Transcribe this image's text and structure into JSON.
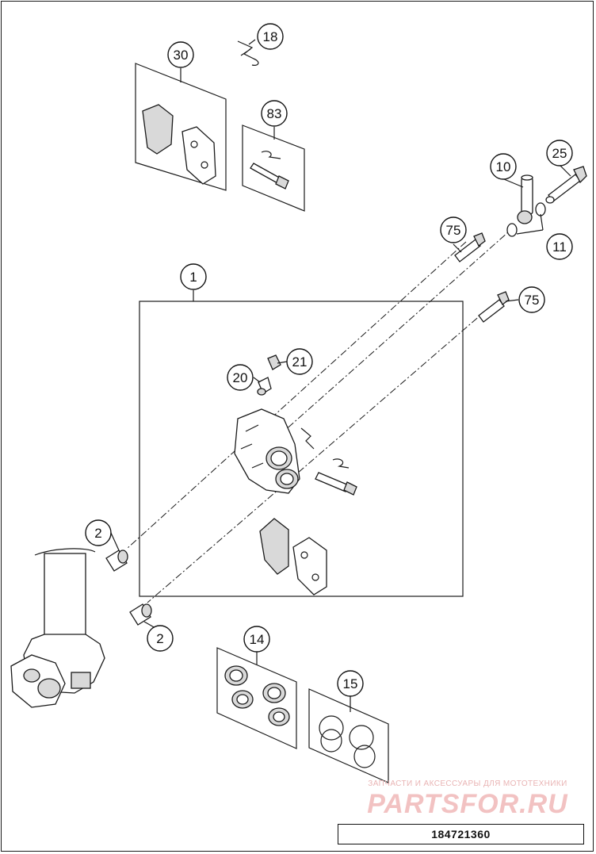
{
  "diagram": {
    "callouts": [
      {
        "id": "c18",
        "label": "18"
      },
      {
        "id": "c30",
        "label": "30"
      },
      {
        "id": "c83",
        "label": "83"
      },
      {
        "id": "c10",
        "label": "10"
      },
      {
        "id": "c25",
        "label": "25"
      },
      {
        "id": "c75a",
        "label": "75"
      },
      {
        "id": "c11",
        "label": "11"
      },
      {
        "id": "c1",
        "label": "1"
      },
      {
        "id": "c75b",
        "label": "75"
      },
      {
        "id": "c21",
        "label": "21"
      },
      {
        "id": "c20",
        "label": "20"
      },
      {
        "id": "c2a",
        "label": "2"
      },
      {
        "id": "c2b",
        "label": "2"
      },
      {
        "id": "c14",
        "label": "14"
      },
      {
        "id": "c15",
        "label": "15"
      }
    ],
    "reference_number": "184721360",
    "watermark": {
      "tagline": "ЗАПЧАСТИ И АКСЕССУАРЫ ДЛЯ МОТОТЕХНИКИ",
      "logo": "PARTSFOR.RU"
    }
  }
}
